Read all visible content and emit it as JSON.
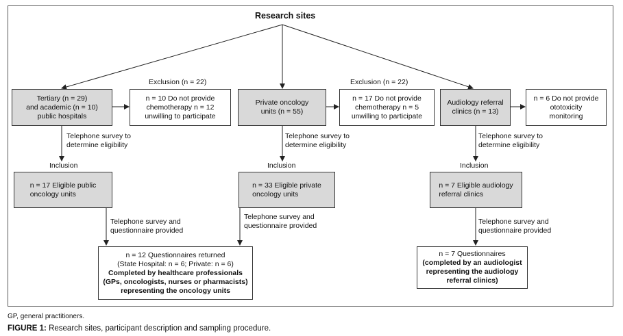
{
  "root": "Research sites",
  "columns": [
    {
      "site": [
        "Tertiary (n = 29)",
        "and academic (n = 10)",
        "public hospitals"
      ],
      "exclusion_label": "Exclusion (n = 22)",
      "exclusion": [
        "n = 10 Do not provide",
        "chemotherapy n = 12",
        "unwilling to participate"
      ],
      "survey": [
        "Telephone survey to",
        "determine eligibility"
      ],
      "inclusion_label": "Inclusion",
      "eligible": [
        "n = 17 Eligible public",
        "oncology units"
      ],
      "survey2": [
        "Telephone survey and",
        "questionnaire provided"
      ]
    },
    {
      "site": [
        "Private oncology",
        "units (n = 55)"
      ],
      "exclusion_label": "Exclusion (n = 22)",
      "exclusion": [
        "n = 17 Do not provide",
        "chemotherapy n =  5",
        "unwilling to participate"
      ],
      "survey": [
        "Telephone survey to",
        "determine eligibility"
      ],
      "inclusion_label": "Inclusion",
      "eligible": [
        "n = 33 Eligible private",
        "oncology units"
      ],
      "survey2": [
        "Telephone survey and",
        "questionnaire provided"
      ]
    },
    {
      "site": [
        "Audiology referral",
        "clinics (n = 13)"
      ],
      "exclusion": [
        "n = 6 Do not provide",
        "ototoxicity",
        "monitoring"
      ],
      "survey": [
        "Telephone survey to",
        "determine eligibility"
      ],
      "inclusion_label": "Inclusion",
      "eligible": [
        "n = 7  Eligible audiology",
        "referral clinics"
      ],
      "survey2": [
        "Telephone survey and",
        "questionnaire provided"
      ]
    }
  ],
  "result_oncology": {
    "line1": "n = 12 Questionnaires returned",
    "line2": "(State Hospital: n = 6; Private: n = 6)",
    "bold": [
      "Completed by healthcare professionals",
      "(GPs, oncologists, nurses or pharmacists)",
      "representing the oncology units"
    ]
  },
  "result_audiology": {
    "line1": "n = 7 Questionnaires",
    "bold": [
      "(completed by an audiologist",
      "representing the audiology",
      "referral clinics)"
    ]
  },
  "abbreviation": "GP, general practitioners.",
  "figure_label": "FIGURE 1:",
  "figure_caption": "Research sites, participant description and sampling procedure."
}
